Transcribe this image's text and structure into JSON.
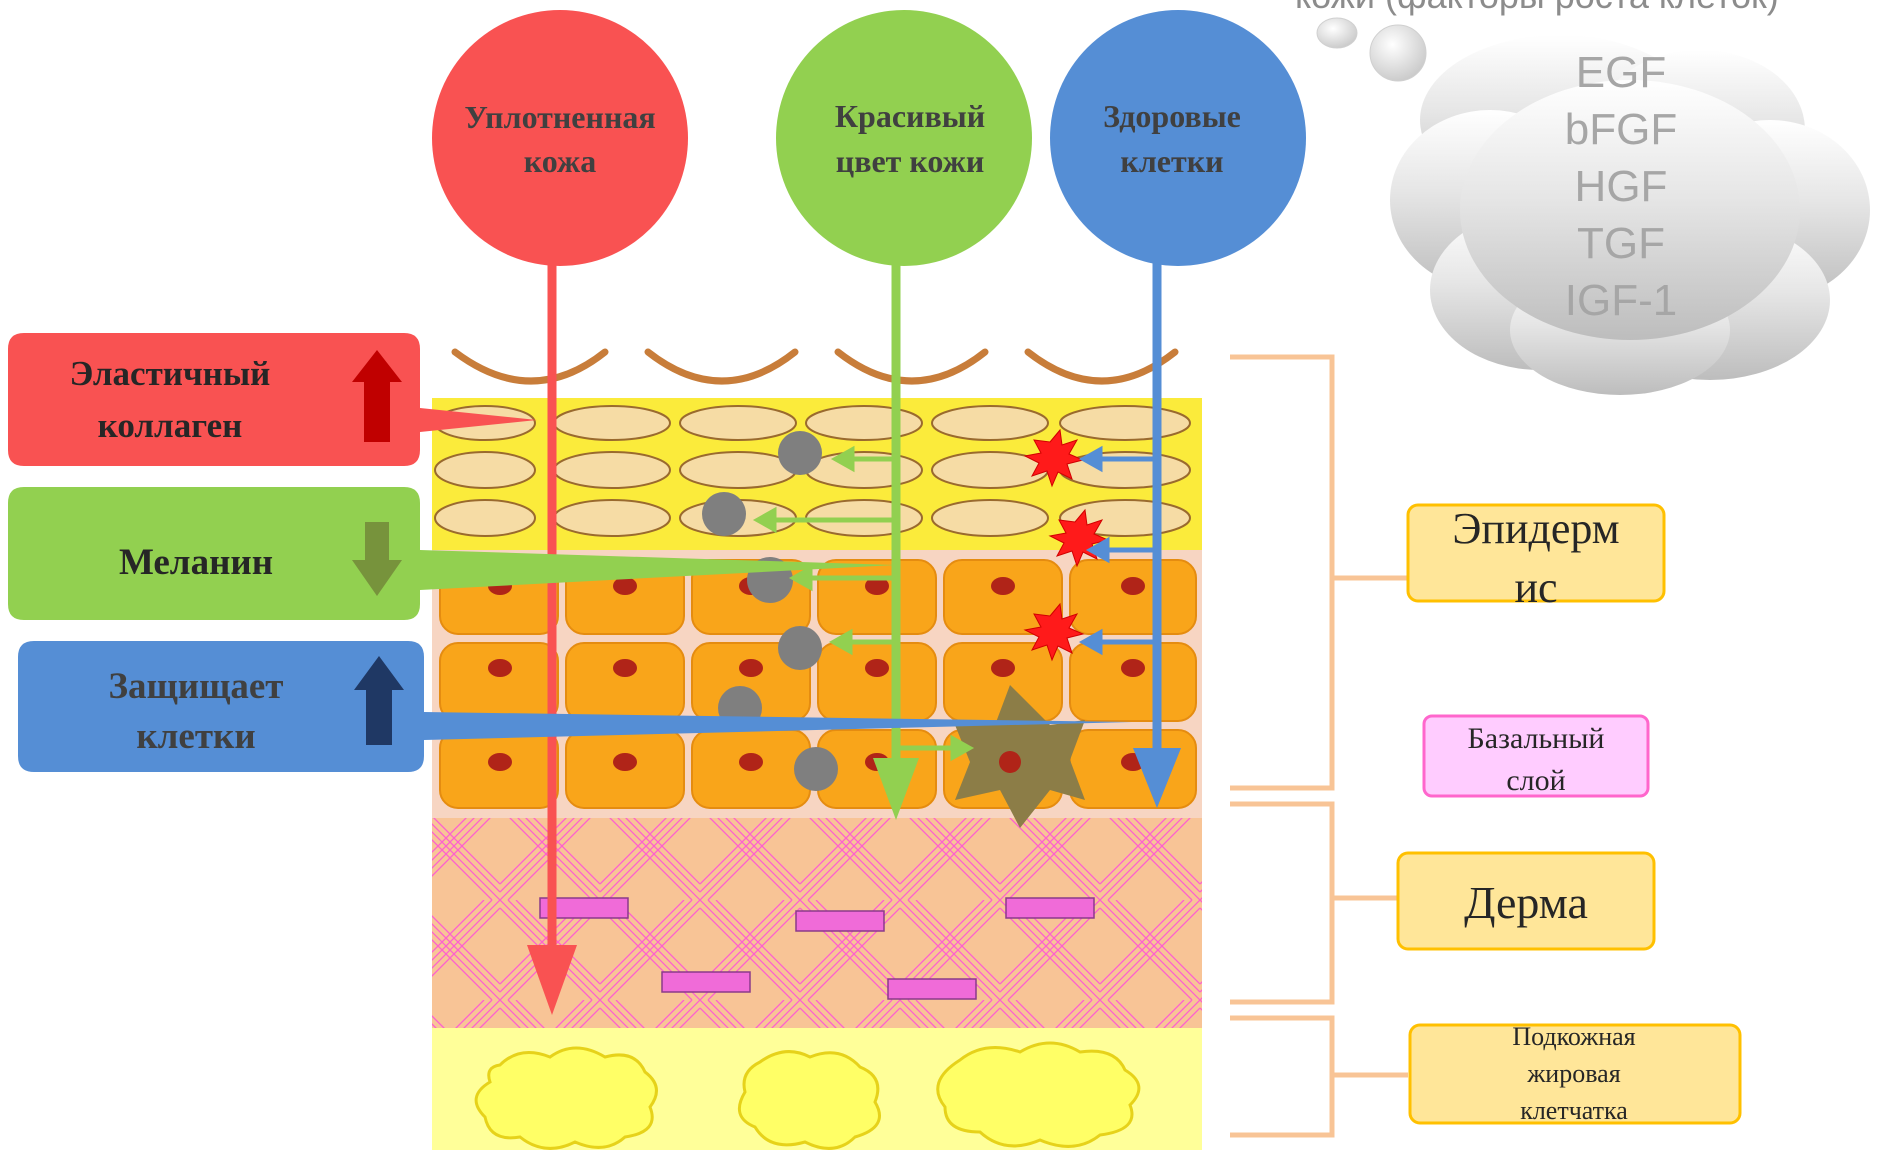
{
  "cloud": {
    "caption": "кожи (факторы роста клеток)",
    "factors": [
      "EGF",
      "bFGF",
      "HGF",
      "TGF",
      "IGF-1"
    ]
  },
  "circles": [
    {
      "line1": "Уплотненная",
      "line2": "кожа",
      "color": "#f95252"
    },
    {
      "line1": "Красивый",
      "line2": "цвет кожи",
      "color": "#92d050"
    },
    {
      "line1": "Здоровые",
      "line2": "клетки",
      "color": "#558ed5"
    }
  ],
  "effects": [
    {
      "line1": "Эластичный",
      "line2": "коллаген",
      "color": "#f95252",
      "arrow": "up",
      "arrow_color": "#c00000"
    },
    {
      "line1": "Меланин",
      "line2": "",
      "color": "#92d050",
      "arrow": "down",
      "arrow_color": "#77933c"
    },
    {
      "line1": "Защищает",
      "line2": "клетки",
      "color": "#558ed5",
      "arrow": "up",
      "arrow_color": "#1f3864"
    }
  ],
  "layers": {
    "epidermis_1": "Эпидерм",
    "epidermis_2": "ис",
    "basal_1": "Базальный",
    "basal_2": "слой",
    "dermis": "Дерма",
    "subcutis_1": "Подкожная",
    "subcutis_2": "жировая",
    "subcutis_3": "клетчатка"
  },
  "colors": {
    "stratum_corneum": "#fbeb3b",
    "keratinocyte": "#f9a51a",
    "dermis": "#f8c496",
    "fat": "#ffff99",
    "bracket": "#f8c496",
    "label_fill": "#ffe699",
    "label_border": "#ffc000",
    "basal_fill": "#ffccff",
    "basal_border": "#ff66cc"
  }
}
